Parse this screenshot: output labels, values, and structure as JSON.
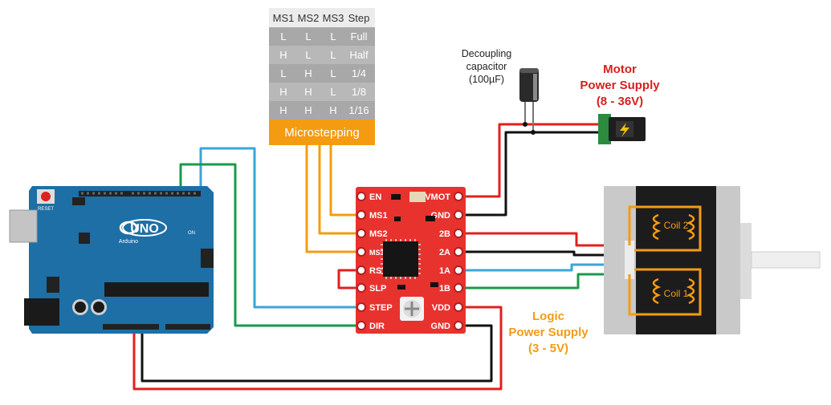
{
  "microstep_table": {
    "headers": [
      "MS1",
      "MS2",
      "MS3",
      "Step"
    ],
    "rows": [
      [
        "L",
        "L",
        "L",
        "Full"
      ],
      [
        "H",
        "L",
        "L",
        "Half"
      ],
      [
        "L",
        "H",
        "L",
        "1/4"
      ],
      [
        "H",
        "H",
        "L",
        "1/8"
      ],
      [
        "H",
        "H",
        "H",
        "1/16"
      ]
    ],
    "footer": "Microstepping"
  },
  "capacitor": {
    "line1": "Decoupling",
    "line2": "capacitor",
    "line3": "(100µF)"
  },
  "motor_supply": {
    "line1": "Motor",
    "line2": "Power Supply",
    "line3": "(8 - 36V)"
  },
  "logic_supply": {
    "line1": "Logic",
    "line2": "Power Supply",
    "line3": "(3 - 5V)"
  },
  "driver": {
    "left_pins": [
      "EN",
      "MS1",
      "MS2",
      "MS3",
      "RST",
      "SLP",
      "STEP",
      "DIR"
    ],
    "right_pins": [
      "VMOT",
      "GND",
      "2B",
      "2A",
      "1A",
      "1B",
      "VDD",
      "GND"
    ]
  },
  "arduino": {
    "logo": "UNO",
    "brand": "Arduino",
    "reset": "RESET",
    "on": "ON"
  },
  "motor": {
    "coil2": "Coil 2",
    "coil1": "Coil 1"
  },
  "colors": {
    "red": "#e02020",
    "black": "#111111",
    "blue": "#3aa6d8",
    "green": "#1a9a4a",
    "orange": "#f39c12",
    "driver_red": "#e8322e",
    "arduino_blue": "#1d6fa5"
  }
}
